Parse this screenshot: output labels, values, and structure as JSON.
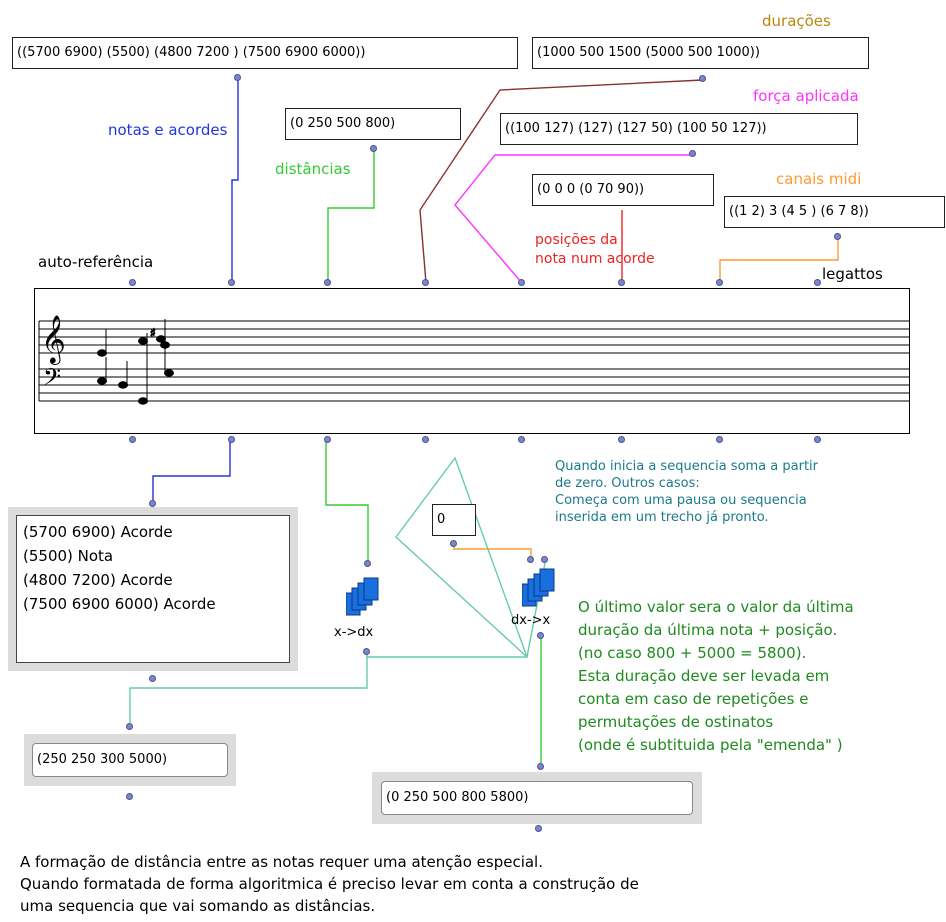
{
  "boxes": {
    "notes_input": "((5700 6900) (5500) (4800 7200 ) (7500 6900 6000))",
    "durations_input": "(1000 500 1500 (5000 500 1000))",
    "distances_input": "(0 250 500 800)",
    "force_input": "((100 127) (127) (127 50) (100 50 127))",
    "positions_input": "(0 0 0 (0 70 90))",
    "channels_input": "((1 2) 3 (4 5 ) (6 7 8))",
    "zero_input": "0",
    "x_dx_result": "(250 250 300 5000)",
    "dx_x_result": "(0 250 500 800 5800)"
  },
  "labels": {
    "duracoes": "durações",
    "forca": "força aplicada",
    "notas_acordes": "notas e acordes",
    "distancias": "distâncias",
    "canais": "canais midi",
    "posicoes_l1": "posições da",
    "posicoes_l2": "nota num acorde",
    "auto_ref": "auto-referência",
    "legattos": "legattos"
  },
  "chord_list": [
    "(5700 6900) Acorde",
    "(5500) Nota",
    "(4800 7200) Acorde",
    "(7500 6900 6000) Acorde"
  ],
  "functions": {
    "x_dx": "x->dx",
    "dx_x": "dx->x"
  },
  "comments": {
    "teal": [
      "Quando inicia a sequencia soma a partir",
      "de zero. Outros casos:",
      "Começa com uma pausa ou sequencia",
      "inserida em um trecho já pronto."
    ],
    "green": [
      "O último valor sera o valor da última",
      " duração da última nota + posição.",
      " (no caso 800 + 5000 = 5800).",
      "Esta duração deve ser levada em",
      "conta em caso de repetições e",
      "permutações de ostinatos",
      " (onde é subtituida pela \"emenda\" )"
    ],
    "bottom": [
      "A formação de distância entre as notas requer uma atenção especial.",
      "Quando formatada de forma algoritmica é preciso levar em conta a construção de",
      "uma sequencia que vai somando as distâncias."
    ]
  },
  "colors": {
    "blue": "#2233dd",
    "green": "#33cc33",
    "brown": "#8a3030",
    "magenta": "#ff33ff",
    "red": "#ee2222",
    "orange": "#ff9933",
    "teal": "#1a7a8a",
    "dark_green": "#1f8a1f",
    "mint": "#66ccaa"
  }
}
